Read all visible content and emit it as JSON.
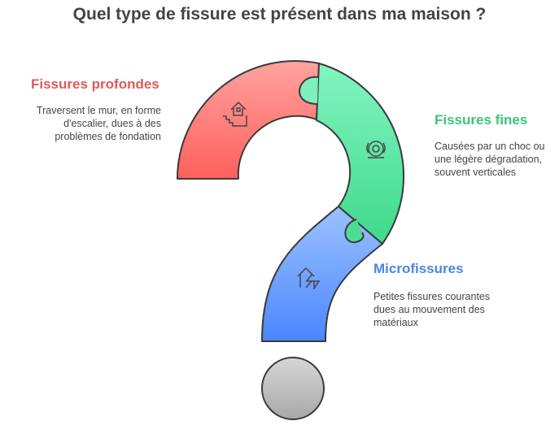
{
  "title": "Quel type de fissure est présent dans ma maison ?",
  "items": [
    {
      "heading": "Fissures profondes",
      "text": "Traversent le mur, en forme d'escalier, dues à des problèmes de fondation",
      "color": "#e05a5a",
      "icon": "house-stairs-icon"
    },
    {
      "heading": "Fissures fines",
      "text": "Causées par un choc ou une légère dégradation, souvent verticales",
      "color": "#3cc47c",
      "icon": "wheel-icon"
    },
    {
      "heading": "Microfissures",
      "text": "Petites fissures courantes dues au mouvement des matériaux",
      "color": "#4a86e8",
      "icon": "cracked-house-icon"
    }
  ]
}
